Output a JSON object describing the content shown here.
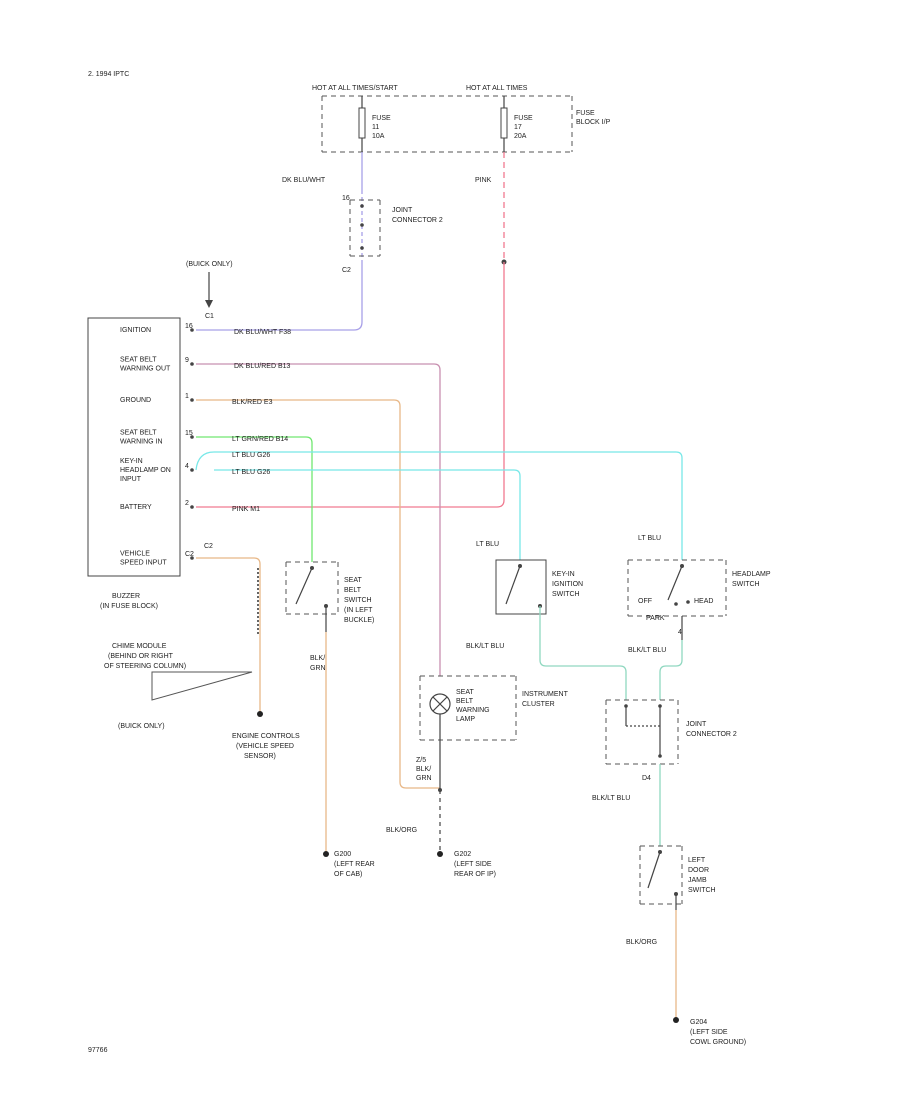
{
  "header": {
    "code": "2. 1994 IPTC",
    "footer_code": "97766"
  },
  "colors": {
    "purple_wire": "#a8a0e8",
    "pink_wire": "#f07a90",
    "magenta_wire": "#c890b0",
    "tan_wire": "#e8b888",
    "green_wire": "#70e870",
    "cyan_wire": "#78e8e8",
    "teal_wire": "#90d8c0"
  },
  "fuse_block": {
    "left_feed": "HOT AT ALL TIMES/START",
    "right_feed": "HOT AT ALL TIMES",
    "label_line1": "FUSE",
    "label_line2": "BLOCK I/P",
    "fuse_left": [
      "FUSE",
      "11",
      "10A"
    ],
    "fuse_right": [
      "FUSE",
      "17",
      "20A"
    ]
  },
  "wires": {
    "dk_blu_wht": "DK BLU/WHT",
    "pink": "PINK",
    "dk_blu_wht_pin": "DK BLU/WHT  F38",
    "dk_blu_red": "DK BLU/RED   B13",
    "blk_red": "BLK/RED   E3",
    "lt_grn_red": "LT GRN/RED   B14",
    "lt_blu_1": "LT BLU   G26",
    "lt_blu_2": "LT BLU   G26",
    "pink_m1": "PINK   M1",
    "lt_blu_top1": "LT BLU",
    "lt_blu_top2": "LT BLU",
    "blk_lt_blu_1": "BLK/LT BLU",
    "blk_lt_blu_2": "BLK/LT BLU",
    "blk_lt_blu_3": "BLK/LT BLU",
    "blk_grn": [
      "BLK/",
      "GRN"
    ],
    "blk_red_z": [
      "Z/5",
      "BLK/",
      "GRN"
    ],
    "blk_org_1": "BLK/ORG",
    "blk_org_2": "BLK/ORG"
  },
  "splice1": {
    "label": [
      "JOINT",
      "CONNECTOR 2"
    ],
    "pin_top": "16",
    "pin_bot": "C2"
  },
  "buzzer": {
    "note": "(BUICK ONLY)",
    "connector": "C1",
    "pins": [
      {
        "num": "16",
        "label": "IGNITION"
      },
      {
        "num": "9",
        "label": "SEAT BELT\nWARNING OUT"
      },
      {
        "num": "1",
        "label": "GROUND"
      },
      {
        "num": "15",
        "label": "SEAT BELT\nWARNING IN"
      },
      {
        "num": "4",
        "label": "KEY-IN\nHEADLAMP ON\nINPUT"
      },
      {
        "num": "2",
        "label": "BATTERY"
      },
      {
        "num": "C2",
        "label": "VEHICLE\nSPEED INPUT"
      }
    ],
    "title": "BUZZER",
    "subtitle": "(IN FUSE BLOCK)"
  },
  "chime": {
    "label": [
      "CHIME MODULE",
      "(BEHIND OR RIGHT",
      "OF STEERING COLUMN)"
    ],
    "note": "(BUICK ONLY)"
  },
  "sensor": {
    "label": [
      "ENGINE CONTROLS",
      "(VEHICLE SPEED",
      "SENSOR)"
    ]
  },
  "seat_switch": {
    "label": [
      "SEAT",
      "BELT",
      "SWITCH",
      "(IN LEFT",
      "BUCKLE)"
    ]
  },
  "keyin_switch": {
    "label": [
      "KEY-IN",
      "IGNITION",
      "SWITCH"
    ]
  },
  "headlamp_switch": {
    "label": [
      "HEADLAMP",
      "SWITCH"
    ],
    "off": "OFF",
    "park": "PARK",
    "head": "HEAD",
    "pin": "4"
  },
  "instrument": {
    "label": [
      "INSTRUMENT",
      "CLUSTER"
    ],
    "lamp": [
      "SEAT",
      "BELT",
      "WARNING",
      "LAMP"
    ]
  },
  "splice2": {
    "label": [
      "JOINT",
      "CONNECTOR 2"
    ],
    "pin": "D4"
  },
  "door_switch": {
    "label": [
      "LEFT",
      "DOOR",
      "JAMB",
      "SWITCH"
    ]
  },
  "grounds": {
    "g200": [
      "G200",
      "(LEFT REAR",
      "OF CAB)"
    ],
    "g202": [
      "G202",
      "(LEFT SIDE",
      "REAR OF IP)"
    ],
    "g204": [
      "G204",
      "(LEFT SIDE",
      "COWL GROUND)"
    ]
  }
}
